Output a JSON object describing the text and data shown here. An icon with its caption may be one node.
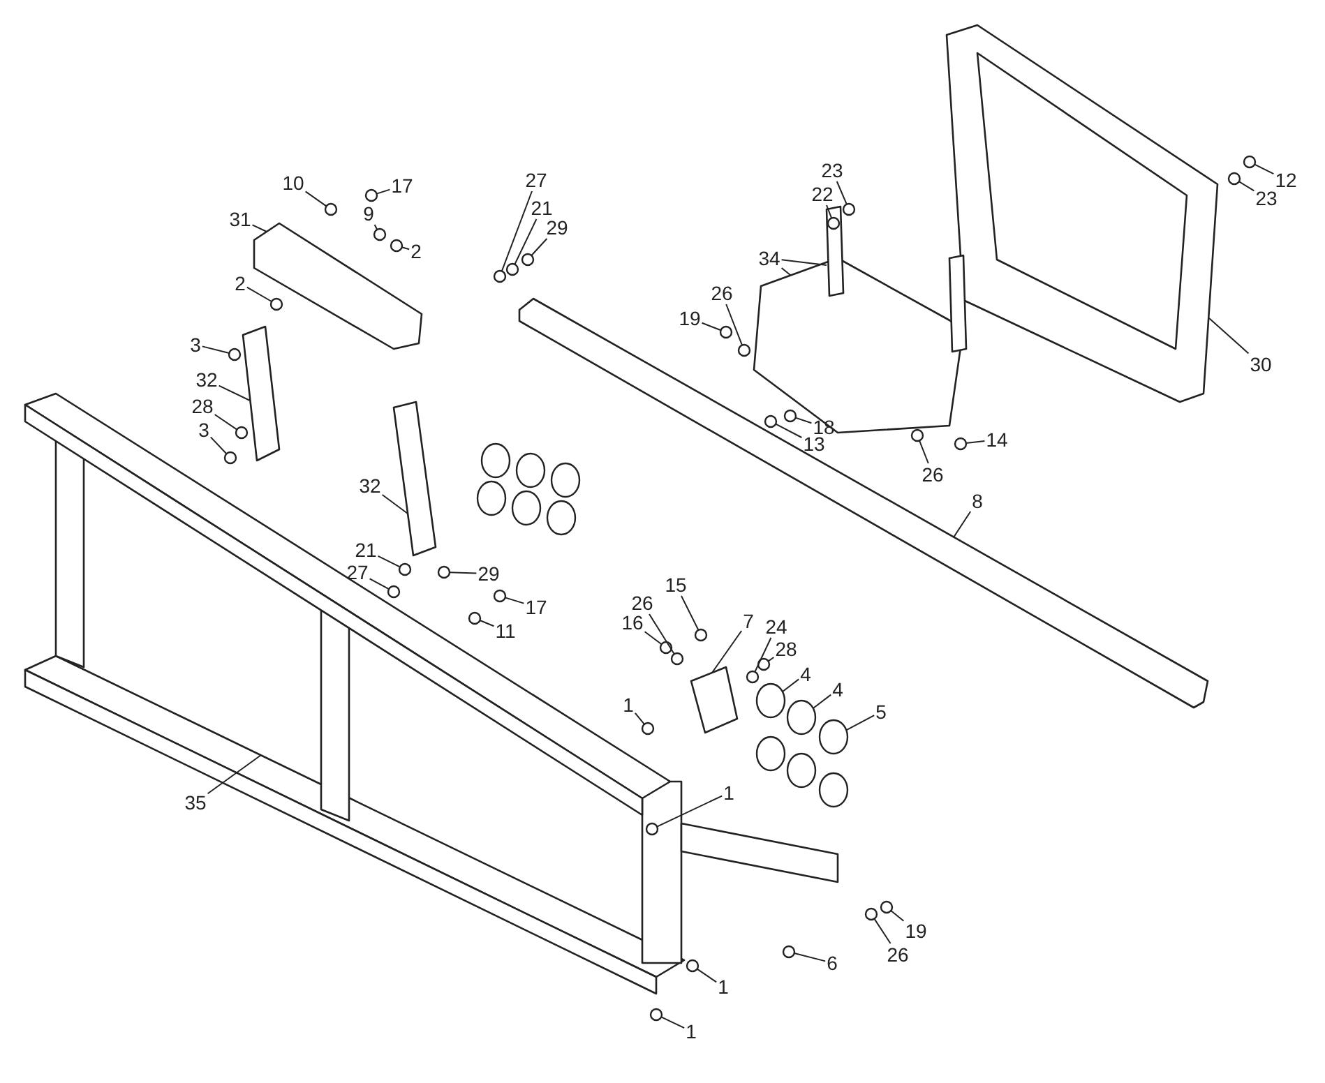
{
  "diagram": {
    "nodes": [
      {
        "text": [
          "23"
        ]
      },
      {
        "text": [
          "27"
        ]
      },
      {
        "text": [
          "12"
        ]
      },
      {
        "text": [
          "10"
        ]
      },
      {
        "text": [
          "17"
        ]
      },
      {
        "text": [
          "22"
        ]
      },
      {
        "text": [
          "23"
        ]
      },
      {
        "text": [
          "21"
        ]
      },
      {
        "text": [
          "9"
        ]
      },
      {
        "text": [
          "31"
        ]
      },
      {
        "text": [
          "29"
        ]
      },
      {
        "text": [
          "2"
        ]
      },
      {
        "text": [
          "34"
        ]
      },
      {
        "text": [
          "2"
        ]
      },
      {
        "text": [
          "26"
        ]
      },
      {
        "text": [
          "19"
        ]
      },
      {
        "text": [
          "30"
        ]
      },
      {
        "text": [
          "3"
        ]
      },
      {
        "text": [
          "32"
        ]
      },
      {
        "text": [
          "28"
        ]
      },
      {
        "text": [
          "18"
        ]
      },
      {
        "text": [
          "3"
        ]
      },
      {
        "text": [
          "14"
        ]
      },
      {
        "text": [
          "13"
        ]
      },
      {
        "text": [
          "26"
        ]
      },
      {
        "text": [
          "32"
        ]
      },
      {
        "text": [
          "8"
        ]
      },
      {
        "text": [
          "21"
        ]
      },
      {
        "text": [
          "29"
        ]
      },
      {
        "text": [
          "27"
        ]
      },
      {
        "text": [
          "15"
        ]
      },
      {
        "text": [
          "17"
        ]
      },
      {
        "text": [
          "26"
        ]
      },
      {
        "text": [
          "7"
        ]
      },
      {
        "text": [
          "16"
        ]
      },
      {
        "text": [
          "24"
        ]
      },
      {
        "text": [
          "11"
        ]
      },
      {
        "text": [
          "28"
        ]
      },
      {
        "text": [
          "4"
        ]
      },
      {
        "text": [
          "4"
        ]
      },
      {
        "text": [
          "1"
        ]
      },
      {
        "text": [
          "5"
        ]
      },
      {
        "text": [
          "1"
        ]
      },
      {
        "text": [
          "35"
        ]
      },
      {
        "text": [
          "19"
        ]
      },
      {
        "text": [
          "26"
        ]
      },
      {
        "text": [
          "6"
        ]
      },
      {
        "text": [
          "1"
        ]
      },
      {
        "text": [
          "1"
        ]
      },
      {
        "text": [],
        "shape": "picture"
      },
      {
        "text": [],
        "shape": "picture"
      },
      {
        "text": [],
        "shape": "picture"
      },
      {
        "text": [],
        "shape": "picture"
      },
      {
        "text": [],
        "shape": "picture"
      },
      {
        "text": [],
        "shape": "picture"
      },
      {
        "text": [],
        "shape": "picture"
      },
      {
        "text": [],
        "shape": "cylinder"
      },
      {
        "text": [],
        "shape": "cylinder"
      },
      {
        "text": [],
        "shape": "cylinder"
      },
      {
        "text": [],
        "shape": "picture"
      },
      {
        "text": [],
        "shape": "circle"
      },
      {
        "text": [],
        "shape": "circle"
      },
      {
        "text": [],
        "shape": "circle"
      },
      {
        "text": [],
        "shape": "circle"
      },
      {
        "text": [],
        "shape": "circle"
      },
      {
        "text": [],
        "shape": "circle"
      },
      {
        "text": [],
        "shape": "circle"
      },
      {
        "text": [],
        "shape": "circle"
      },
      {
        "text": [],
        "shape": "circle"
      },
      {
        "text": [],
        "shape": "circle"
      },
      {
        "text": [],
        "shape": "circle"
      },
      {
        "text": [],
        "shape": "circle"
      },
      {
        "text": [],
        "shape": "circle"
      },
      {
        "text": [],
        "shape": "circle"
      },
      {
        "text": [],
        "shape": "circle"
      },
      {
        "text": [],
        "shape": "circle"
      },
      {
        "text": [],
        "shape": "circle"
      },
      {
        "text": [],
        "shape": "circle"
      },
      {
        "text": [],
        "shape": "circle"
      },
      {
        "text": [],
        "shape": "circle"
      },
      {
        "text": [],
        "shape": "circle"
      },
      {
        "text": [],
        "shape": "circle"
      },
      {
        "text": [],
        "shape": "circle"
      },
      {
        "text": [],
        "shape": "circle"
      },
      {
        "text": [],
        "shape": "circle"
      },
      {
        "text": [],
        "shape": "circle"
      },
      {
        "text": [],
        "shape": "circle"
      },
      {
        "text": [],
        "shape": "circle"
      },
      {
        "text": [],
        "shape": "circle"
      },
      {
        "text": [],
        "shape": "circle"
      },
      {
        "text": [],
        "shape": "circle"
      },
      {
        "text": [],
        "shape": "circle"
      },
      {
        "text": [],
        "shape": "circle"
      },
      {
        "text": [],
        "shape": "circle"
      },
      {
        "text": [],
        "shape": "circle"
      },
      {
        "text": [],
        "shape": "circle"
      },
      {
        "text": [],
        "shape": "circle"
      },
      {
        "text": [],
        "shape": "circle"
      },
      {
        "text": [],
        "shape": "cylinder"
      },
      {
        "text": [],
        "shape": "cylinder"
      },
      {
        "text": [],
        "shape": "cylinder"
      },
      {
        "text": [],
        "shape": "cylinder"
      },
      {
        "text": [],
        "shape": "cylinder"
      },
      {
        "text": [],
        "shape": "cylinder"
      },
      {
        "text": [],
        "shape": "cylinder"
      },
      {
        "text": [],
        "shape": "cylinder"
      },
      {
        "text": [],
        "shape": "cylinder"
      }
    ],
    "edges": [
      {
        "from": 0,
        "to": 60,
        "arrow": "none"
      },
      {
        "from": 1,
        "to": 61,
        "arrow": "none"
      },
      {
        "from": 2,
        "to": 62,
        "arrow": "none"
      },
      {
        "from": 3,
        "to": 63,
        "arrow": "none"
      },
      {
        "from": 4,
        "to": 64,
        "arrow": "none"
      },
      {
        "from": 5,
        "to": 65,
        "arrow": "none"
      },
      {
        "from": 6,
        "to": 66,
        "arrow": "none"
      },
      {
        "from": 7,
        "to": 67,
        "arrow": "none"
      },
      {
        "from": 8,
        "to": 68,
        "arrow": "none"
      },
      {
        "from": 9,
        "to": 49,
        "arrow": "none"
      },
      {
        "from": 10,
        "to": 69,
        "arrow": "none"
      },
      {
        "from": 11,
        "to": 70,
        "arrow": "none"
      },
      {
        "from": 12,
        "to": 51,
        "arrow": "none"
      },
      {
        "from": 12,
        "to": 51,
        "arrow": "none"
      },
      {
        "from": 13,
        "to": 71,
        "arrow": "none"
      },
      {
        "from": 14,
        "to": 72,
        "arrow": "none"
      },
      {
        "from": 15,
        "to": 73,
        "arrow": "none"
      },
      {
        "from": 16,
        "to": 50,
        "arrow": "none"
      },
      {
        "from": 17,
        "to": 74,
        "arrow": "none"
      },
      {
        "from": 18,
        "to": 52,
        "arrow": "none"
      },
      {
        "from": 19,
        "to": 75,
        "arrow": "none"
      },
      {
        "from": 20,
        "to": 76,
        "arrow": "none"
      },
      {
        "from": 21,
        "to": 77,
        "arrow": "none"
      },
      {
        "from": 22,
        "to": 78,
        "arrow": "none"
      },
      {
        "from": 23,
        "to": 79,
        "arrow": "none"
      },
      {
        "from": 24,
        "to": 80,
        "arrow": "none"
      },
      {
        "from": 25,
        "to": 53,
        "arrow": "none"
      },
      {
        "from": 26,
        "to": 54,
        "arrow": "none"
      },
      {
        "from": 27,
        "to": 81,
        "arrow": "none"
      },
      {
        "from": 28,
        "to": 82,
        "arrow": "none"
      },
      {
        "from": 29,
        "to": 83,
        "arrow": "none"
      },
      {
        "from": 30,
        "to": 84,
        "arrow": "none"
      },
      {
        "from": 31,
        "to": 85,
        "arrow": "none"
      },
      {
        "from": 32,
        "to": 86,
        "arrow": "none"
      },
      {
        "from": 33,
        "to": 55,
        "arrow": "none"
      },
      {
        "from": 34,
        "to": 87,
        "arrow": "none"
      },
      {
        "from": 35,
        "to": 88,
        "arrow": "none"
      },
      {
        "from": 36,
        "to": 89,
        "arrow": "none"
      },
      {
        "from": 37,
        "to": 90,
        "arrow": "none"
      },
      {
        "from": 38,
        "to": 56,
        "arrow": "none"
      },
      {
        "from": 39,
        "to": 57,
        "arrow": "none"
      },
      {
        "from": 40,
        "to": 91,
        "arrow": "none"
      },
      {
        "from": 41,
        "to": 58,
        "arrow": "none"
      },
      {
        "from": 42,
        "to": 92,
        "arrow": "none"
      },
      {
        "from": 43,
        "to": 59,
        "arrow": "none"
      },
      {
        "from": 44,
        "to": 93,
        "arrow": "none"
      },
      {
        "from": 45,
        "to": 94,
        "arrow": "none"
      },
      {
        "from": 46,
        "to": 95,
        "arrow": "none"
      },
      {
        "from": 47,
        "to": 96,
        "arrow": "none"
      },
      {
        "from": 48,
        "to": 97,
        "arrow": "none"
      }
    ]
  }
}
